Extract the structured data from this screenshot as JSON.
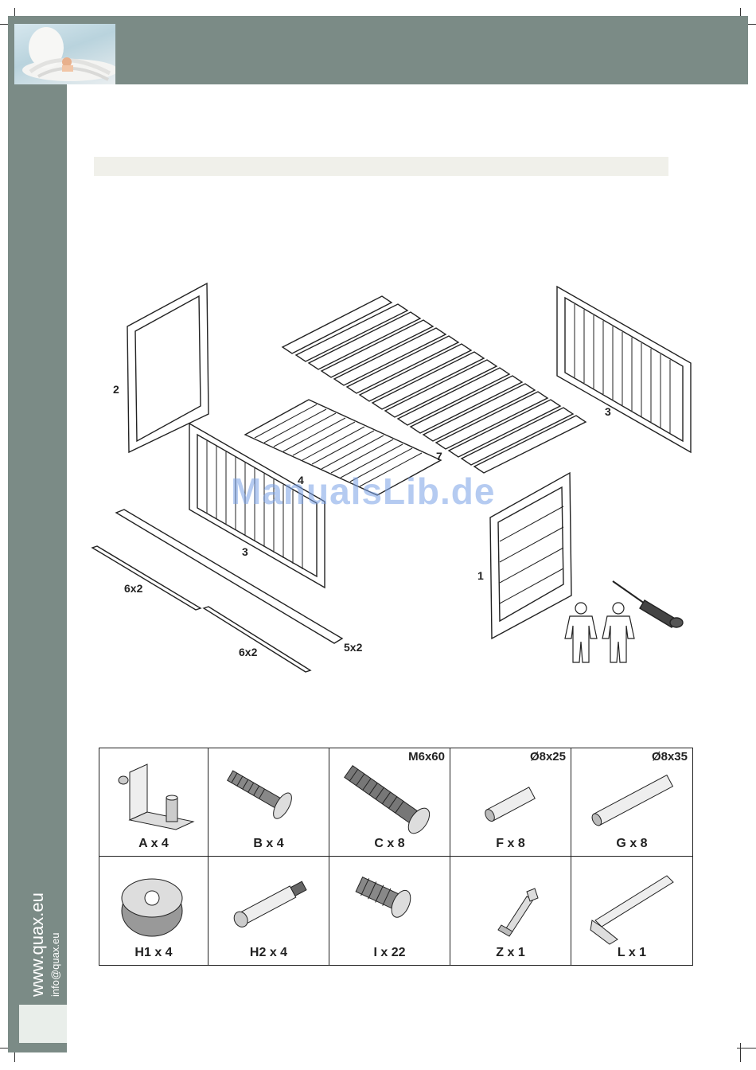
{
  "sidebar": {
    "website": "www.quax.eu",
    "email": "info@quax.eu"
  },
  "watermark": "ManualsLib.de",
  "drawing": {
    "labels": [
      "2",
      "7",
      "3",
      "4",
      "3",
      "1",
      "6x2",
      "6x2",
      "5x2"
    ]
  },
  "parts": [
    {
      "label": "A x 4",
      "spec": "",
      "icon": "bracket-icon"
    },
    {
      "label": "B x 4",
      "spec": "",
      "icon": "bolt-icon"
    },
    {
      "label": "C x 8",
      "spec": "M6x60",
      "icon": "screw-icon"
    },
    {
      "label": "F x 8",
      "spec": "Ø8x25",
      "icon": "dowel-icon"
    },
    {
      "label": "G x 8",
      "spec": "Ø8x35",
      "icon": "dowel-icon"
    },
    {
      "label": "H1 x 4",
      "spec": "",
      "icon": "cam-lock-icon"
    },
    {
      "label": "H2 x 4",
      "spec": "",
      "icon": "cam-bolt-icon"
    },
    {
      "label": "I x 22",
      "spec": "",
      "icon": "euro-screw-icon"
    },
    {
      "label": "Z x 1",
      "spec": "",
      "icon": "allen-key-icon"
    },
    {
      "label": "L x 1",
      "spec": "",
      "icon": "hex-key-icon"
    }
  ]
}
